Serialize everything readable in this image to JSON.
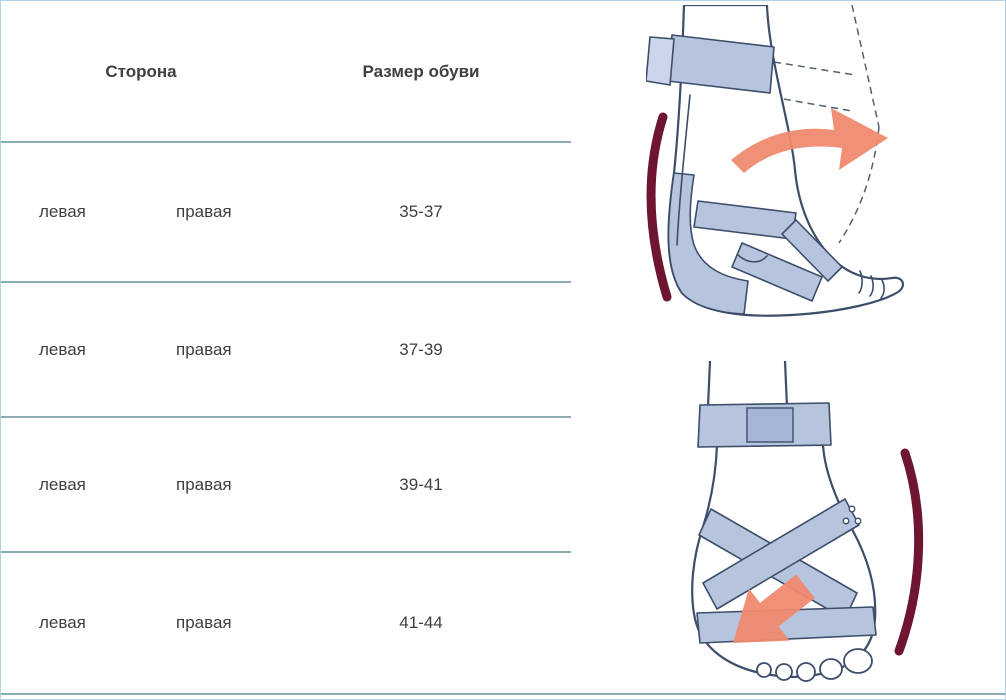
{
  "table": {
    "headers": {
      "side": "Сторона",
      "size": "Размер обуви"
    },
    "rows": [
      {
        "left": "левая",
        "right": "правая",
        "size": "35-37"
      },
      {
        "left": "левая",
        "right": "правая",
        "size": "37-39"
      },
      {
        "left": "левая",
        "right": "правая",
        "size": "39-41"
      },
      {
        "left": "левая",
        "right": "правая",
        "size": "41-44"
      }
    ]
  },
  "illustrations": {
    "top": {
      "name": "ankle-orthosis-side-view",
      "arrow": "outward-rotation-arrow",
      "curve": "corrective-pressure-line"
    },
    "bottom": {
      "name": "ankle-orthosis-front-view",
      "arrow": "inward-rotation-arrow",
      "curve": "corrective-pressure-line"
    }
  },
  "colors": {
    "table_line": "#8aacb2",
    "text": "#3f3f3f",
    "brace": "#b7c4de",
    "brace_light": "#ccd6ea",
    "brace_dark": "#a6b4d6",
    "outline": "#3d4e6b",
    "arrow": "#ef8a70",
    "curve": "#6e1530",
    "border": "#b3d1e8"
  }
}
